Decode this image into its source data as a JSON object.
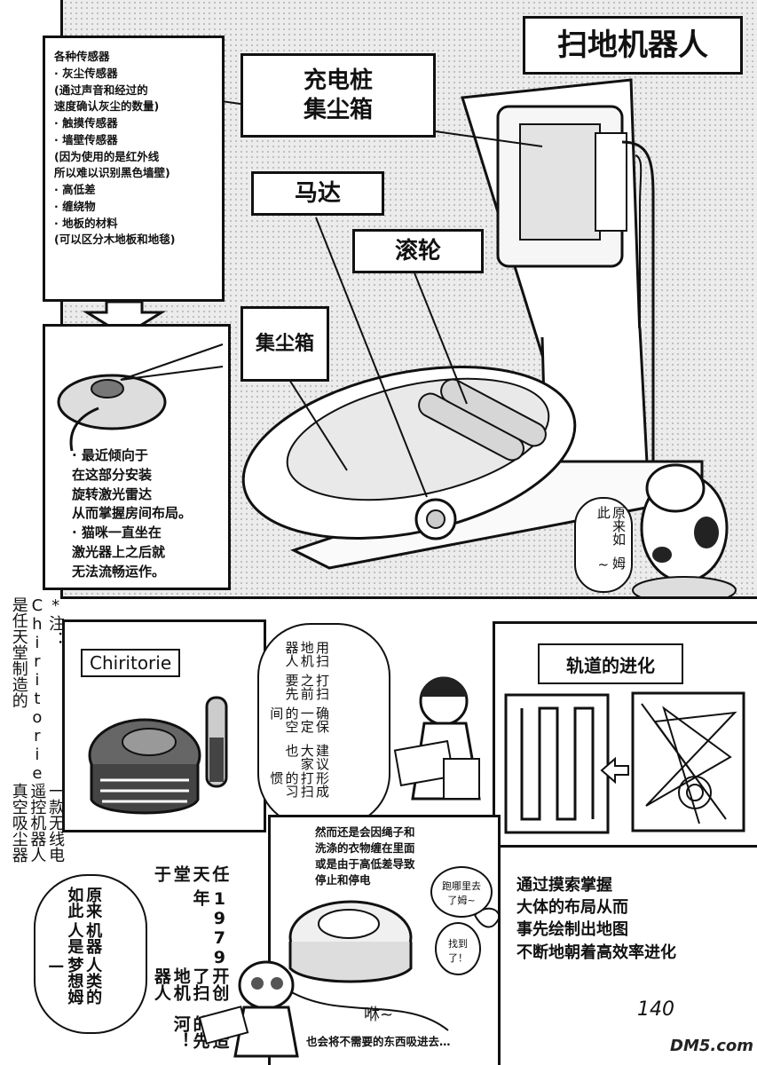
{
  "title": "扫地机器人",
  "labels": {
    "dock": [
      "充电桩",
      "集尘箱"
    ],
    "motor": "马达",
    "roller": "滚轮",
    "dustbox": "集尘箱"
  },
  "sensor_list": [
    "各种传感器",
    "· 灰尘传感器",
    "(通过声音和经过的",
    "速度确认灰尘的数量)",
    "· 触摸传感器",
    "· 墙壁传感器",
    "(因为使用的是红外线",
    "所以难以识别黑色墙壁)",
    "· 高低差",
    "· 缠绕物",
    "· 地板的材料",
    "(可以区分木地板和地毯)"
  ],
  "lidar_note": [
    "· 最近倾向于",
    "在这部分安装",
    "旋转激光雷达",
    "从而掌握房间布局。",
    "· 猫咪一直坐在",
    "激光器上之后就",
    "无法流畅运作。"
  ],
  "cat_bubble_top": [
    "原来如此",
    "姆~"
  ],
  "footnote": [
    "*注：Chiritorie是任天堂制造的",
    "一款无线电遥控机器人真空吸尘器"
  ],
  "chiritorie_label": "Chiritorie",
  "tip_bubble": [
    "用扫地机器人",
    "打扫之前要先",
    "确保一定的空间",
    "建议大家也",
    "形成打扫的习惯"
  ],
  "evolution_title": "轨道的进化",
  "evolution_note": [
    "通过摸索掌握",
    "大体的布局从而",
    "事先绘制出地图",
    "不断地朝着高效率进化"
  ],
  "problem_caption": [
    "然而还是会因绳子和",
    "洗涤的衣物缠在里面",
    "或是由于高低差导致",
    "停止和停电"
  ],
  "nintendo_text": [
    "任天堂于",
    "1979年",
    "开创了扫地机器人",
    "制造的先河！"
  ],
  "robot_dream": [
    "原来如此",
    "机器人是",
    "人类的梦想姆—"
  ],
  "small_bubbles": [
    "跑哪里去了姆~",
    "找到了！"
  ],
  "sfx": "咻~",
  "suck_caption": "也会将不需要的东西吸进去…",
  "page_number": "140",
  "watermark": "DM5.com"
}
